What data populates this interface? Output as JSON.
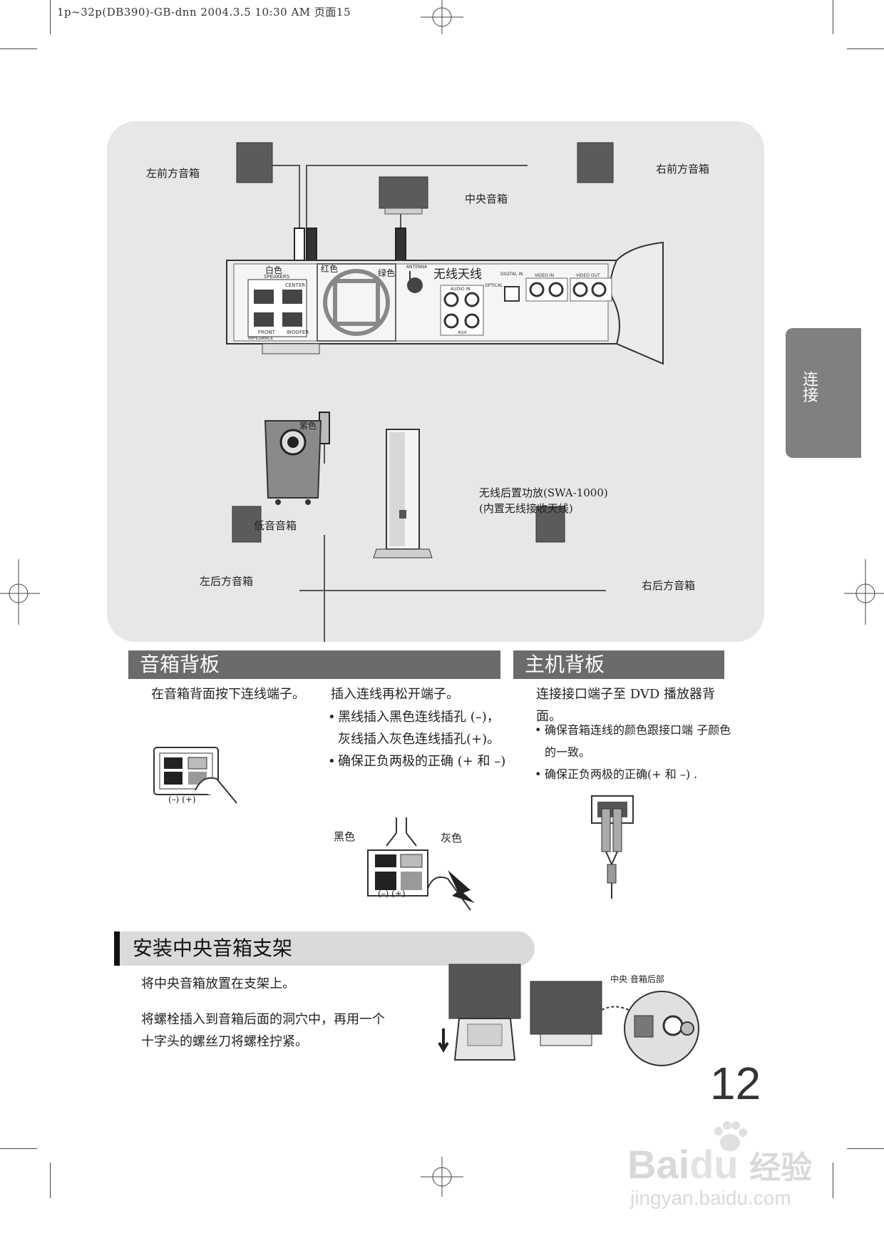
{
  "print_header": "1p~32p(DB390)-GB-dnn  2004.3.5 10:30 AM  页面15",
  "side_tab": "连接",
  "diagram": {
    "front_left": "左前方音箱",
    "front_right": "右前方音箱",
    "center": "中央音箱",
    "white": "白色",
    "red": "红色",
    "green": "绿色",
    "wireless_antenna": "无线天线",
    "purple": "紫色",
    "subwoofer": "低音音箱",
    "wireless_amp_line1": "无线后置功放(SWA-1000)",
    "wireless_amp_line2": "(内置无线接收天线)",
    "rear_left": "左后方音箱",
    "rear_right": "右后方音箱",
    "panel_labels": {
      "speakers": "SPEAKERS",
      "center": "CENTER",
      "front": "FRONT",
      "woofer": "WOOFER",
      "impedance": "IMPEDANCE",
      "antenna": "ANTENNA",
      "digital_in": "DIGITAL IN",
      "optical": "OPTICAL",
      "audio_in": "AUDIO IN",
      "aux": "AUX",
      "video_in": "VIDEO IN",
      "video_out": "VIDEO OUT"
    }
  },
  "section_speaker": {
    "title": "音箱背板",
    "step1": "在音箱背面按下连线端子。",
    "step2": "插入连线再松开端子。",
    "bullets": [
      "黑线插入黑色连线插孔 (–)，",
      "灰线插入灰色连线插孔(+)。",
      "确保正负两极的正确 (+ 和 –)"
    ],
    "polarity": "(–)  (+)",
    "black": "黑色",
    "gray": "灰色"
  },
  "section_main": {
    "title": "主机背板",
    "intro_line1": "连接接口端子至 DVD 播放器背",
    "intro_line2": "面。",
    "bullet1_line1": "确保音箱连线的颜色跟接口端 子颜色",
    "bullet1_line2": "的一致。",
    "bullet2": "确保正负两极的正确(+ 和 –) ."
  },
  "section_stand": {
    "title": "安装中央音箱支架",
    "step1": "将中央音箱放置在支架上。",
    "step2_line1": "将螺栓插入到音箱后面的洞穴中，再用一个",
    "step2_line2": "十字头的螺丝刀将螺栓拧紧。",
    "rear_label": "中央 音箱后部"
  },
  "page_number": "12",
  "watermark": {
    "logo": "Bai",
    "logo2": "du",
    "logo3": "经验",
    "url": "jingyan.baidu.com"
  }
}
